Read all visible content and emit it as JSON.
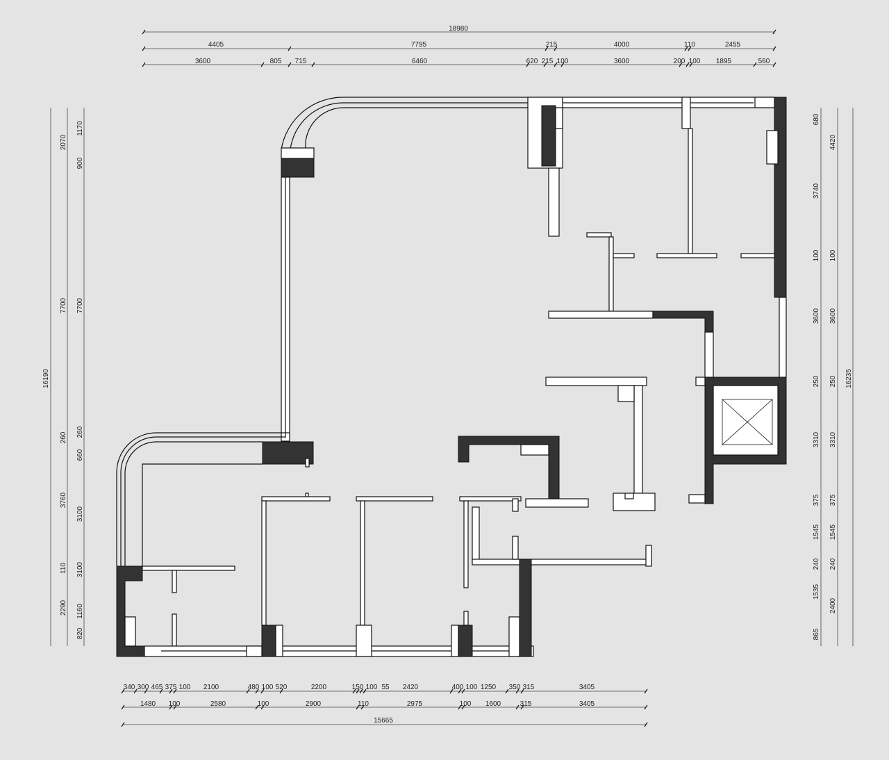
{
  "title": "Floor plan with dimensions (mm)",
  "dimensions": {
    "top_total": "18980",
    "top_row2": [
      "4405",
      "7795",
      "215",
      "4000",
      "110",
      "2455"
    ],
    "top_row3": [
      "3600",
      "805",
      "715",
      "6460",
      "620",
      "215",
      "100",
      "3600",
      "200",
      "100",
      "1895",
      "560"
    ],
    "bottom_row1": [
      "340",
      "300",
      "465",
      "375",
      "100",
      "2100",
      "480",
      "100",
      "520",
      "2200",
      "150",
      "100",
      "55",
      "2420",
      "400",
      "100",
      "1250",
      "350",
      "315",
      "3405"
    ],
    "bottom_row2": [
      "1480",
      "100",
      "2580",
      "100",
      "2900",
      "110",
      "2975",
      "100",
      "1600",
      "315",
      "3405"
    ],
    "bottom_total": "15665",
    "left_total": "16190",
    "left_mid": [
      "2070",
      "7700",
      "260",
      "3760",
      "110",
      "2290"
    ],
    "left_inner": [
      "1170",
      "900",
      "7700",
      "260",
      "660",
      "3100",
      "3100",
      "1160",
      "820"
    ],
    "right_inner": [
      "680",
      "3740",
      "100",
      "3600",
      "250",
      "3310",
      "375",
      "1545",
      "240",
      "1535",
      "865"
    ],
    "right_mid": [
      "4420",
      "100",
      "3600",
      "250",
      "3310",
      "375",
      "1545",
      "240",
      "2400"
    ],
    "right_total": "16235"
  },
  "colors": {
    "wall_dark": "#333333",
    "wall_light": "#ffffff",
    "background": "#e4e4e4"
  }
}
